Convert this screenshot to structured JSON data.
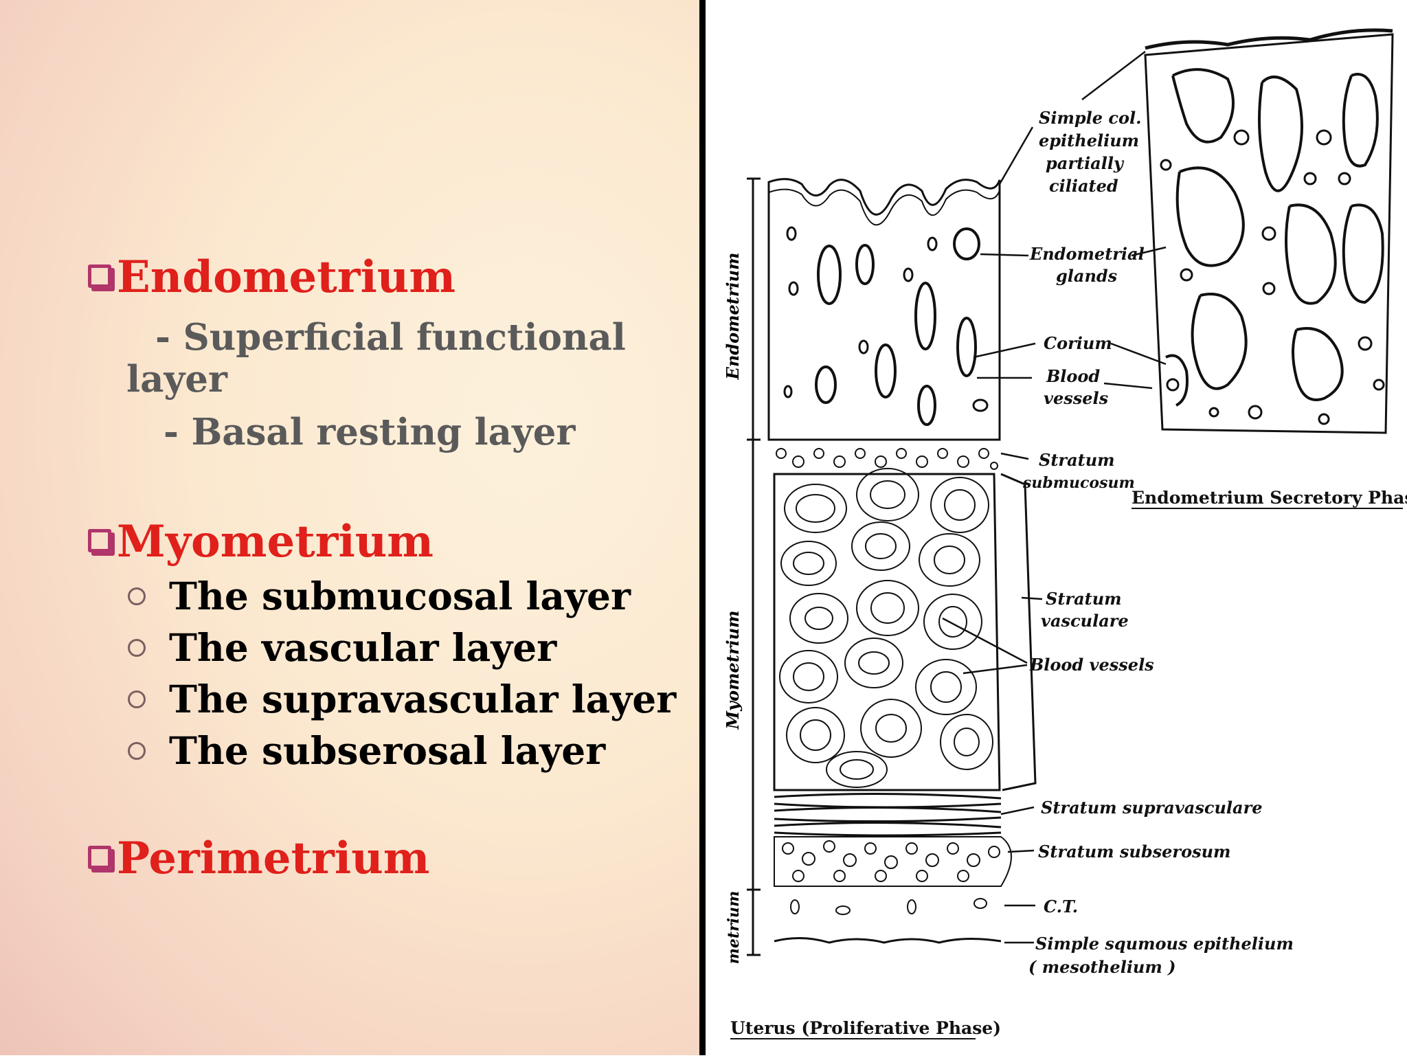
{
  "left": {
    "endometrium": {
      "heading": "Endometrium",
      "sub1a": "- Superficial functional",
      "sub1b": "layer",
      "sub2": "- Basal resting layer"
    },
    "myometrium": {
      "heading": "Myometrium",
      "items": [
        "The submucosal layer",
        "The vascular layer",
        "The supravascular layer",
        "The subserosal layer"
      ]
    },
    "perimetrium": {
      "heading": "Perimetrium"
    }
  },
  "diagram": {
    "labels": {
      "epithelium": [
        "Simple col.",
        "epithelium",
        "partially",
        "ciliated"
      ],
      "glands": [
        "Endometrial",
        "glands"
      ],
      "corium": "Corium",
      "blood_vessels_top": [
        "Blood",
        "vessels"
      ],
      "stratum_submucosum": [
        "Stratum",
        "submucosum"
      ],
      "stratum_vasculare": [
        "Stratum",
        "vasculare"
      ],
      "blood_vessels_mid": "Blood vessels",
      "stratum_supravasculare": "Stratum supravasculare",
      "stratum_subserosum": "Stratum subserosum",
      "ct": "C.T.",
      "squamous": [
        "Simple squmous epithelium",
        "( mesothelium )"
      ]
    },
    "side_labels": {
      "endometrium": "Endometrium",
      "myometrium": "Myometrium",
      "perimetrium": "metrium"
    },
    "titles": {
      "secretory": "Endometrium Secretory Phase",
      "proliferative": "Uterus (Proliferative Phase)"
    }
  }
}
